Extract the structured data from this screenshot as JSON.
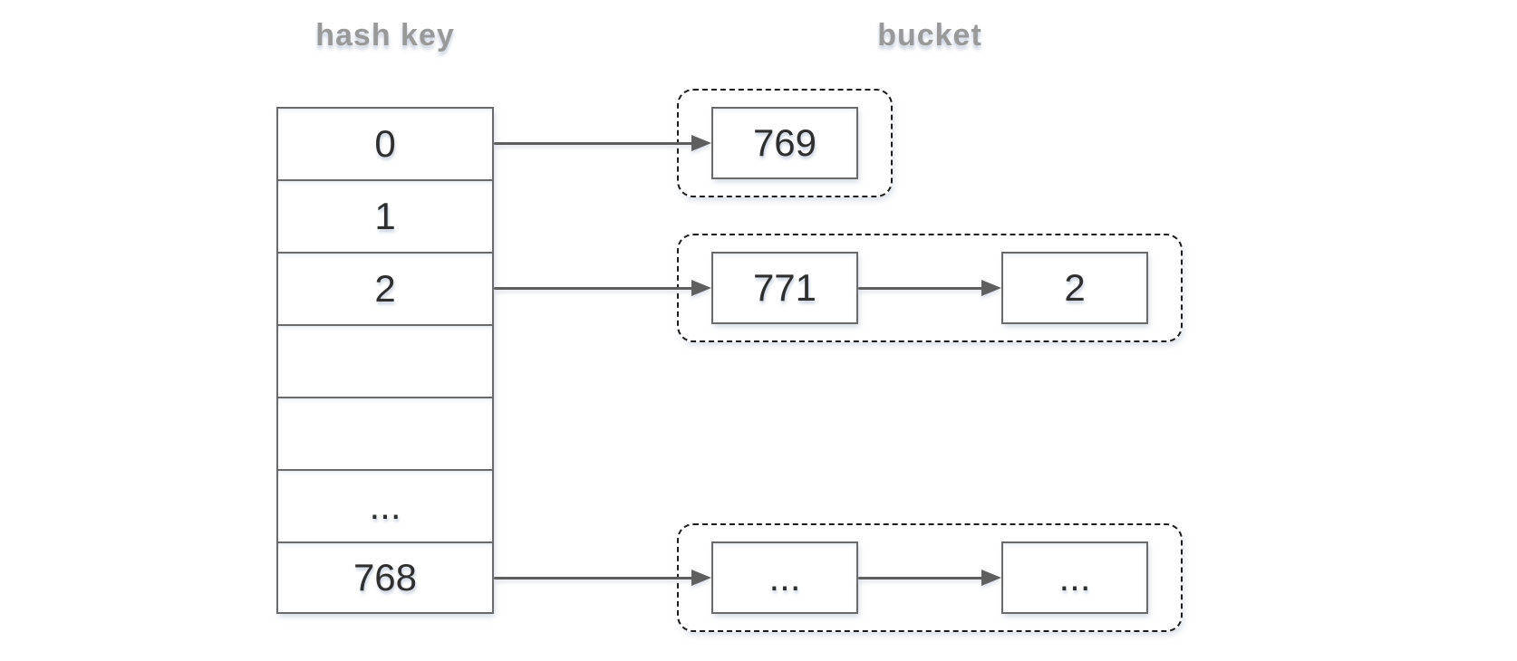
{
  "titles": {
    "hash_key": "hash key",
    "bucket": "bucket"
  },
  "hash_table": {
    "cells": [
      "0",
      "1",
      "2",
      "",
      "",
      "...",
      "768"
    ]
  },
  "buckets": [
    {
      "source_cell": "0",
      "nodes": [
        "769"
      ]
    },
    {
      "source_cell": "2",
      "nodes": [
        "771",
        "2"
      ]
    },
    {
      "source_cell": "768",
      "nodes": [
        "...",
        "..."
      ]
    }
  ],
  "colors": {
    "background": "#ffffff",
    "title_gray": "#999999",
    "box_border_gray": "#6a6a6a",
    "dashed_border_black": "#1c1c1c",
    "value_text": "#2f2f2f",
    "arrow_gray": "#5e5e5e",
    "shadow_tint": "#b8c2d4"
  }
}
